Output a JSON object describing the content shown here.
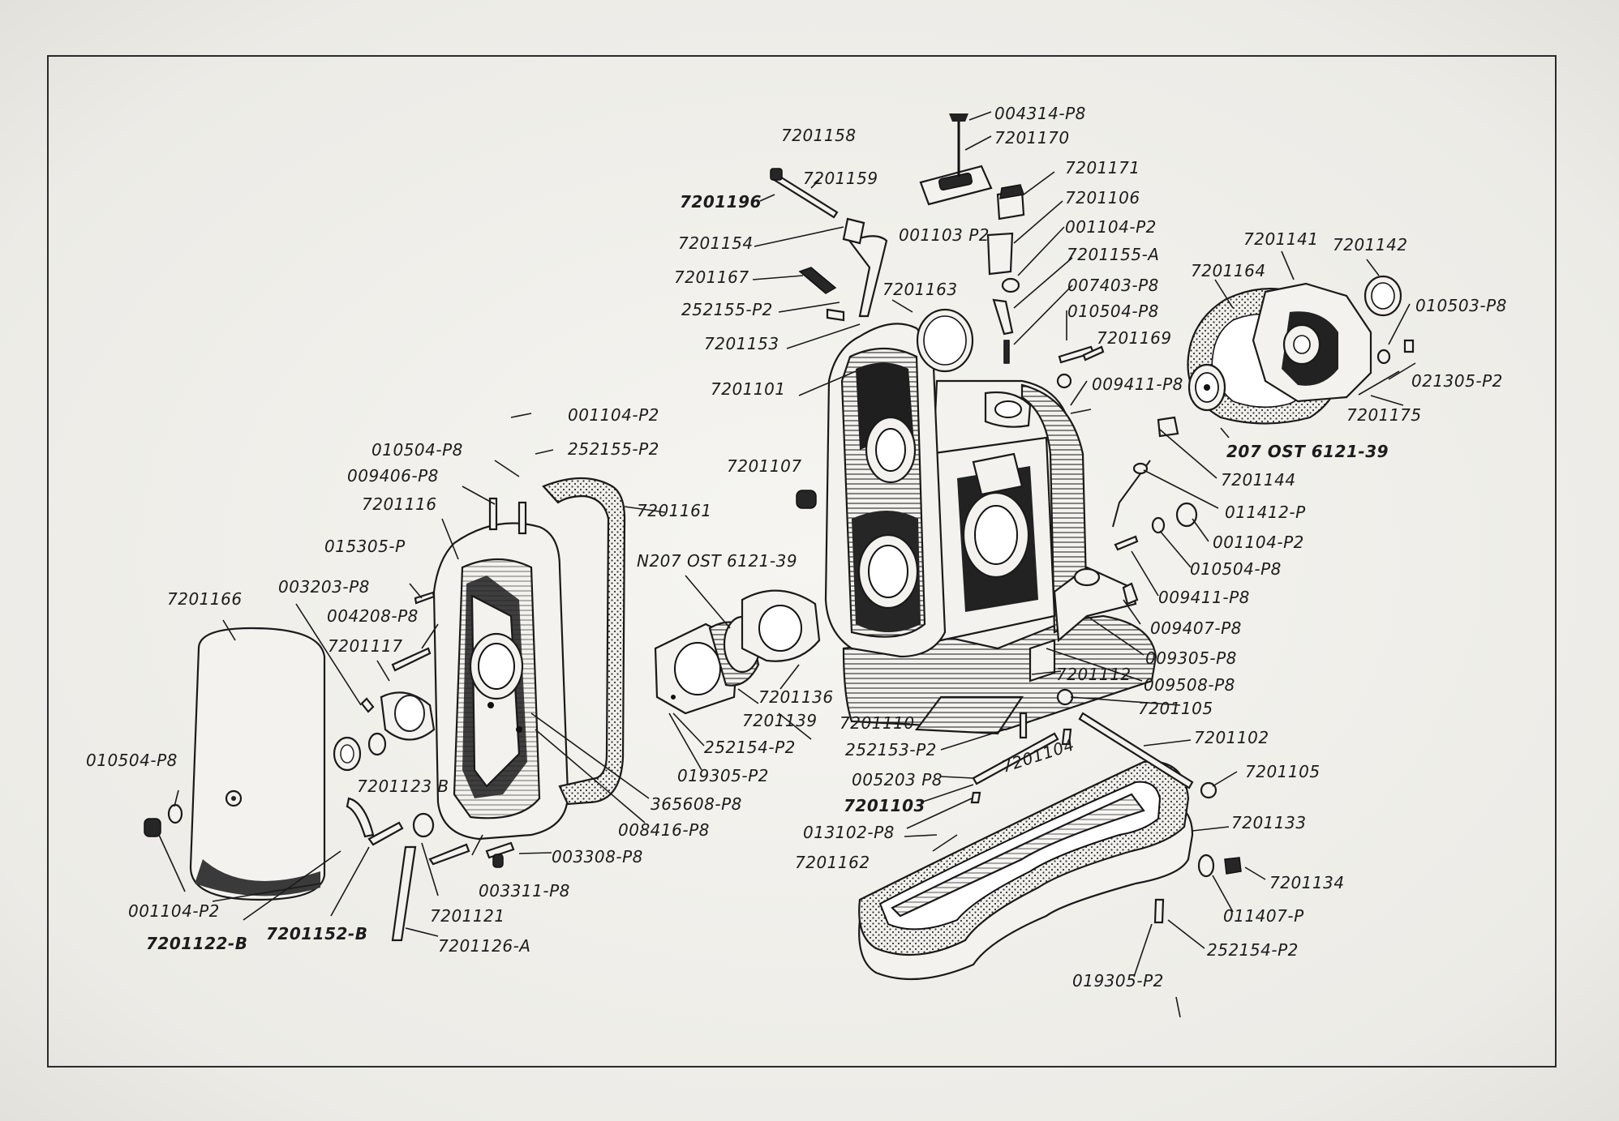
{
  "labels": {
    "l_004314_p8": "004314-P8",
    "l_7201170": "7201170",
    "l_7201158": "7201158",
    "l_7201159": "7201159",
    "l_7201196": "7201196",
    "l_7201171": "7201171",
    "l_7201106": "7201106",
    "l_001103_p2": "001103 P2",
    "l_001104_p2_a": "001104-P2",
    "l_7201155_a": "7201155-A",
    "l_7201154": "7201154",
    "l_7201141": "7201141",
    "l_7201142": "7201142",
    "l_7201167": "7201167",
    "l_7201163": "7201163",
    "l_007403_p8": "007403-P8",
    "l_7201164": "7201164",
    "l_010503_p8": "010503-P8",
    "l_252155_p2_a": "252155-P2",
    "l_010504_p8_a": "010504-P8",
    "l_7201153": "7201153",
    "l_7201169": "7201169",
    "l_021305_p2": "021305-P2",
    "l_7201101": "7201101",
    "l_009411_p8_a": "009411-P8",
    "l_7201175": "7201175",
    "l_001104_p2_b": "001104-P2",
    "l_252155_p2_b": "252155-P2",
    "l_207_ost": "207 OST 6121-39",
    "l_010504_p8_b": "010504-P8",
    "l_7201107": "7201107",
    "l_7201144": "7201144",
    "l_009406_p8": "009406-P8",
    "l_011412_p": "011412-P",
    "l_7201116": "7201116",
    "l_7201161": "7201161",
    "l_001104_p2_c": "001104-P2",
    "l_010504_p8_c": "010504-P8",
    "l_015305_p": "015305-P",
    "l_n207_ost": "N207 OST 6121-39",
    "l_7201166": "7201166",
    "l_003203_p8": "003203-P8",
    "l_009411_p8_b": "009411-P8",
    "l_004208_p8": "004208-P8",
    "l_009407_p8": "009407-P8",
    "l_7201117": "7201117",
    "l_009305_p8": "009305-P8",
    "l_7201136": "7201136",
    "l_7201112": "7201112",
    "l_009508_p8": "009508-P8",
    "l_7201139": "7201139",
    "l_7201110": "7201110",
    "l_7201105_a": "7201105",
    "l_010504_p8_d": "010504-P8",
    "l_252154_p2_a": "252154-P2",
    "l_252153_p2": "252153-P2",
    "l_7201102": "7201102",
    "l_7201123_b": "7201123 B",
    "l_019305_p2_a": "019305-P2",
    "l_005203_p8": "005203 P8",
    "l_7201104": "7201104",
    "l_7201105_b": "7201105",
    "l_365608_p8": "365608-P8",
    "l_7201103": "7201103",
    "l_008416_p8": "008416-P8",
    "l_013102_p8": "013102-P8",
    "l_7201133": "7201133",
    "l_003308_p8": "003308-P8",
    "l_7201162": "7201162",
    "l_7201134": "7201134",
    "l_003311_p8": "003311-P8",
    "l_001104_p2_d": "001104-P2",
    "l_7201121": "7201121",
    "l_011407_p": "011407-P",
    "l_7201122_b": "7201122-B",
    "l_7201152_b": "7201152-B",
    "l_7201126_a": "7201126-A",
    "l_252154_p2_b": "252154-P2",
    "l_019305_p2_b": "019305-P2"
  }
}
